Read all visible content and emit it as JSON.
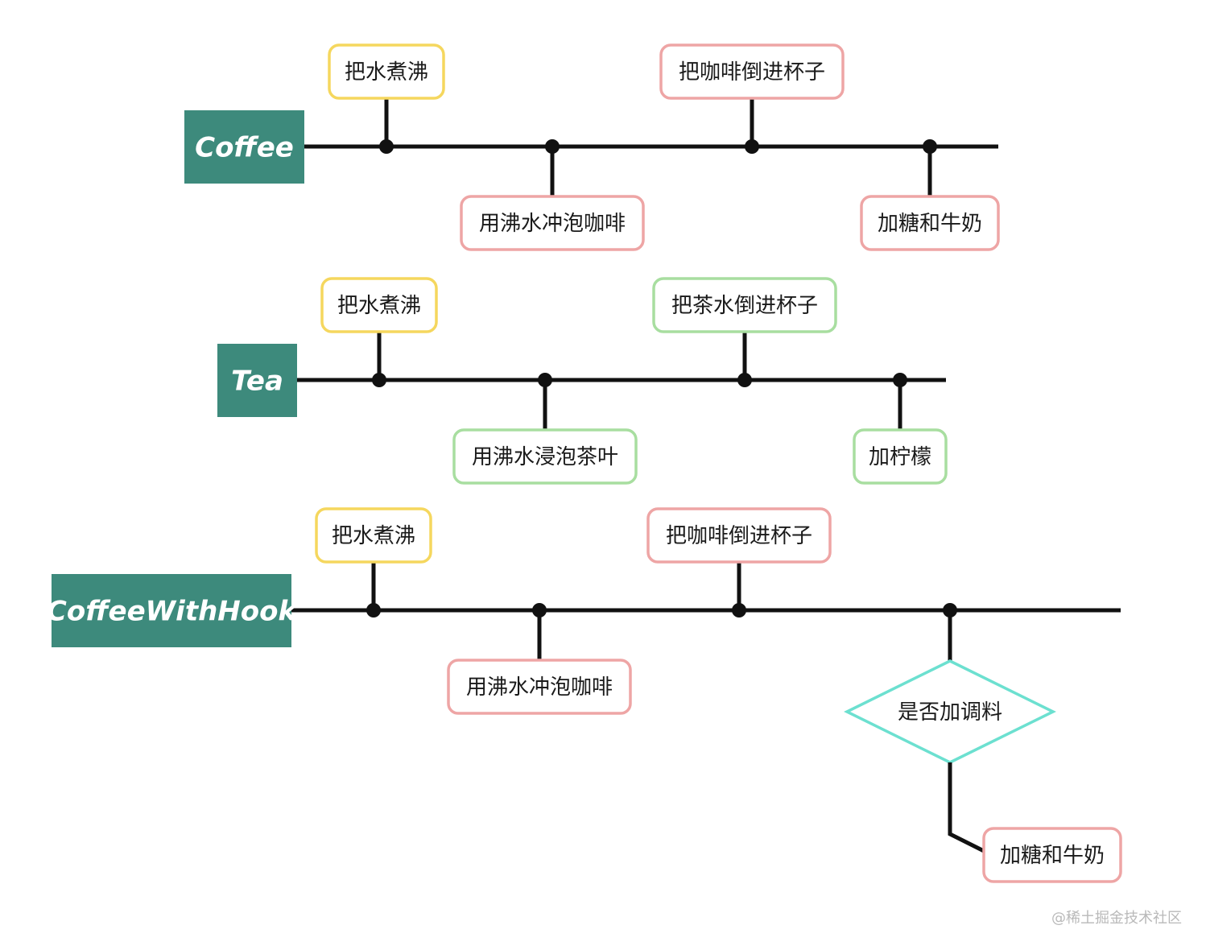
{
  "colors": {
    "title_bg": "#3d8a7c",
    "yellow": "#f5d75e",
    "pink": "#eea5a5",
    "green": "#a8dea0",
    "teal": "#6ce0d0",
    "line": "#111111"
  },
  "lanes": [
    {
      "title": "Coffee",
      "steps": [
        {
          "label": "把水煮沸",
          "color": "yellow"
        },
        {
          "label": "用沸水冲泡咖啡",
          "color": "pink"
        },
        {
          "label": "把咖啡倒进杯子",
          "color": "pink"
        },
        {
          "label": "加糖和牛奶",
          "color": "pink"
        }
      ]
    },
    {
      "title": "Tea",
      "steps": [
        {
          "label": "把水煮沸",
          "color": "yellow"
        },
        {
          "label": "用沸水浸泡茶叶",
          "color": "green"
        },
        {
          "label": "把茶水倒进杯子",
          "color": "green"
        },
        {
          "label": "加柠檬",
          "color": "green"
        }
      ]
    },
    {
      "title": "CoffeeWithHook",
      "steps": [
        {
          "label": "把水煮沸",
          "color": "yellow"
        },
        {
          "label": "用沸水冲泡咖啡",
          "color": "pink"
        },
        {
          "label": "把咖啡倒进杯子",
          "color": "pink"
        }
      ],
      "decision": {
        "label": "是否加调料",
        "color": "teal"
      },
      "after_decision": {
        "label": "加糖和牛奶",
        "color": "pink"
      }
    }
  ],
  "watermark": "@稀土掘金技术社区"
}
